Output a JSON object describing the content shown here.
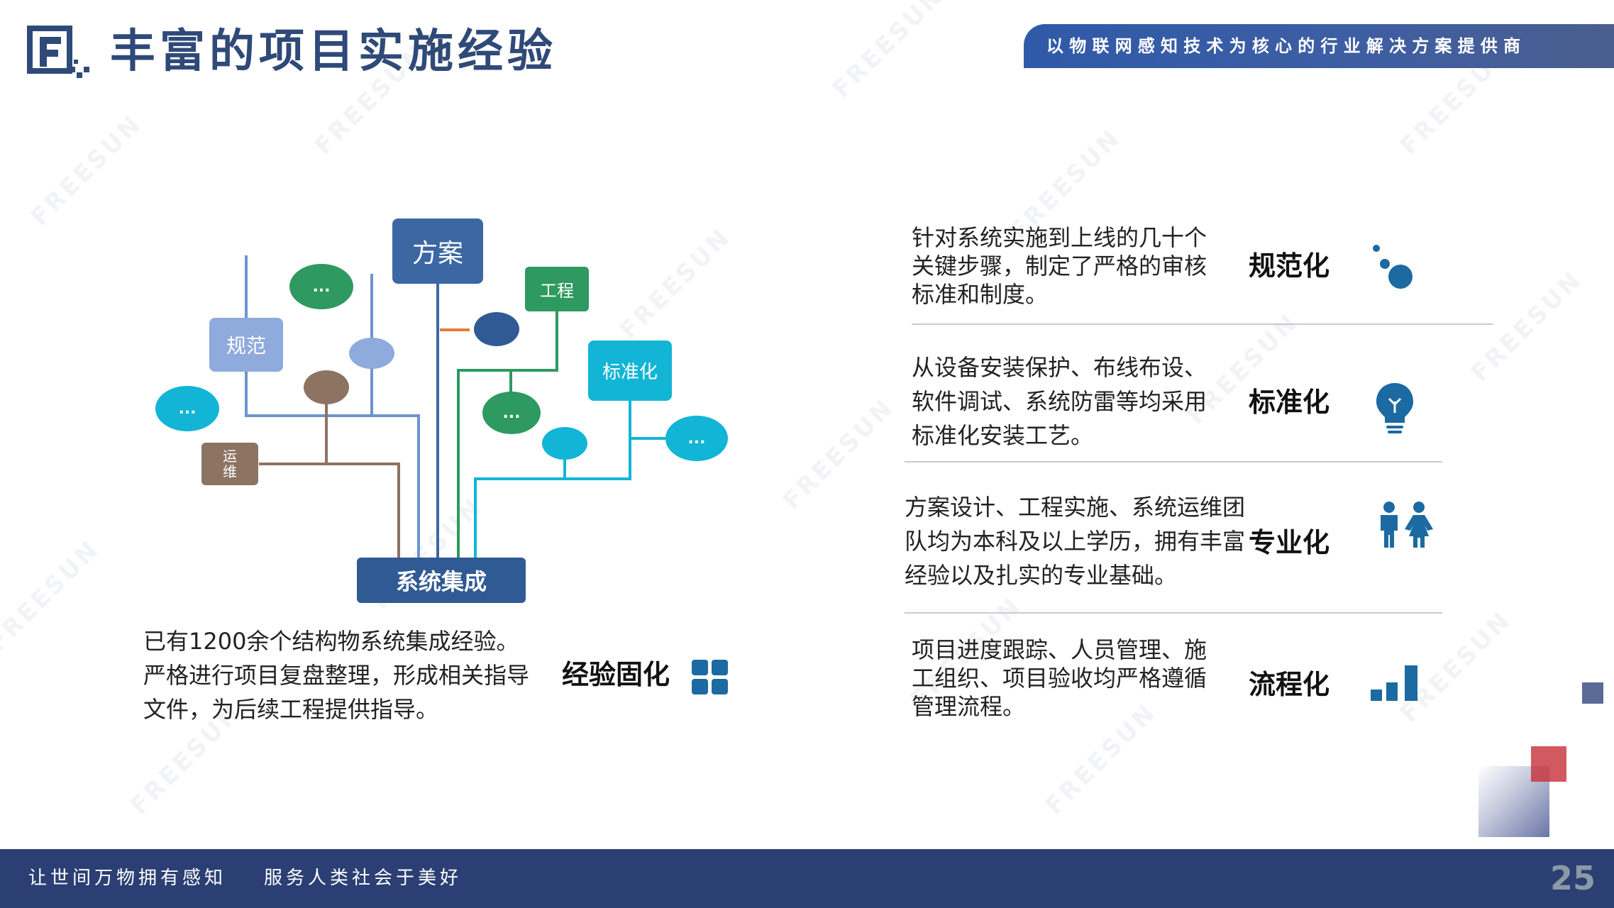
{
  "header": {
    "title": "丰富的项目实施经验",
    "tagline": "以物联网感知技术为核心的行业解决方案提供商"
  },
  "tree": {
    "root": "系统集成",
    "nodes": {
      "fangan": "方案",
      "gongcheng": "工程",
      "guifan": "规范",
      "biaozhunhua": "标准化",
      "yunwei": "运\n维"
    },
    "ellipsis": "..."
  },
  "left_section": {
    "description": "已有1200余个结构物系统集成经验。严格进行项目复盘整理，形成相关指导文件，为后续工程提供指导。",
    "label": "经验固化"
  },
  "features": [
    {
      "description": "针对系统实施到上线的几十个关键步骤，制定了严格的审核标准和制度。",
      "label": "规范化",
      "icon": "dots-icon"
    },
    {
      "description": "从设备安装保护、布线布设、软件调试、系统防雷等均采用标准化安装工艺。",
      "label": "标准化",
      "icon": "lightbulb-icon"
    },
    {
      "description": "方案设计、工程实施、系统运维团队均为本科及以上学历，拥有丰富经验以及扎实的专业基础。",
      "label": "专业化",
      "icon": "people-icon"
    },
    {
      "description": "项目进度跟踪、人员管理、施工组织、项目验收均严格遵循管理流程。",
      "label": "流程化",
      "icon": "bar-chart-icon"
    }
  ],
  "footer": {
    "slogan": "让世间万物拥有感知    服务人类社会于美好",
    "page_number": "25"
  },
  "colors": {
    "navy": "#2b3f74",
    "title": "#2f4a78",
    "steel_blue": "#3c67a3",
    "light_blue": "#8faadc",
    "cyan": "#12b5d6",
    "green": "#2e9960",
    "brown": "#8c7362",
    "icon_blue": "#1b6aa1"
  }
}
